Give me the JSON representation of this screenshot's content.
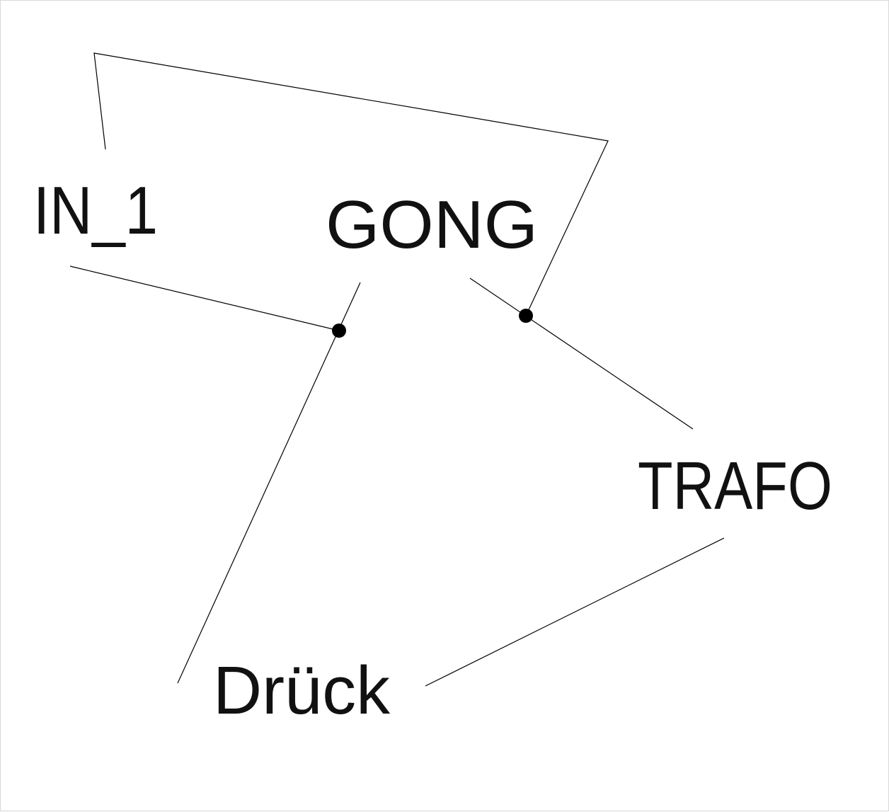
{
  "nodes": {
    "in1": {
      "label": "IN_1"
    },
    "gong": {
      "label": "GONG"
    },
    "trafo": {
      "label": "TRAFO"
    },
    "druck": {
      "label": "Drück"
    }
  },
  "edges": [
    {
      "id": "in1-to-gong-junction-top",
      "from": "in1",
      "to": "trafo"
    },
    {
      "id": "in1-to-junction-left",
      "from": "in1",
      "to": "druck"
    },
    {
      "id": "gong-to-junction-right",
      "from": "gong",
      "to": "trafo"
    },
    {
      "id": "gong-to-druck",
      "from": "gong",
      "to": "druck"
    },
    {
      "id": "trafo-to-druck",
      "from": "trafo",
      "to": "druck"
    }
  ],
  "colors": {
    "line": "#000000",
    "text": "#111111",
    "background": "#ffffff"
  }
}
